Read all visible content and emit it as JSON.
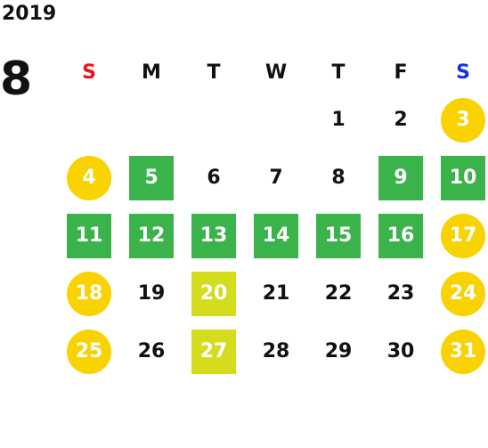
{
  "calendar": {
    "year": "2019",
    "month": "8",
    "weekdays": [
      "S",
      "M",
      "T",
      "W",
      "T",
      "F",
      "S"
    ],
    "weeks": [
      [
        {
          "label": "",
          "type": "empty"
        },
        {
          "label": "",
          "type": "empty"
        },
        {
          "label": "",
          "type": "empty"
        },
        {
          "label": "",
          "type": "empty"
        },
        {
          "label": "1",
          "type": "normal"
        },
        {
          "label": "2",
          "type": "normal"
        },
        {
          "label": "3",
          "type": "weekend"
        }
      ],
      [
        {
          "label": "4",
          "type": "weekend"
        },
        {
          "label": "5",
          "type": "holiday"
        },
        {
          "label": "6",
          "type": "normal"
        },
        {
          "label": "7",
          "type": "normal"
        },
        {
          "label": "8",
          "type": "normal"
        },
        {
          "label": "9",
          "type": "holiday"
        },
        {
          "label": "10",
          "type": "holiday"
        }
      ],
      [
        {
          "label": "11",
          "type": "holiday"
        },
        {
          "label": "12",
          "type": "holiday"
        },
        {
          "label": "13",
          "type": "holiday"
        },
        {
          "label": "14",
          "type": "holiday"
        },
        {
          "label": "15",
          "type": "holiday"
        },
        {
          "label": "16",
          "type": "holiday"
        },
        {
          "label": "17",
          "type": "weekend"
        }
      ],
      [
        {
          "label": "18",
          "type": "weekend"
        },
        {
          "label": "19",
          "type": "normal"
        },
        {
          "label": "20",
          "type": "special"
        },
        {
          "label": "21",
          "type": "normal"
        },
        {
          "label": "22",
          "type": "normal"
        },
        {
          "label": "23",
          "type": "normal"
        },
        {
          "label": "24",
          "type": "weekend"
        }
      ],
      [
        {
          "label": "25",
          "type": "weekend"
        },
        {
          "label": "26",
          "type": "normal"
        },
        {
          "label": "27",
          "type": "special"
        },
        {
          "label": "28",
          "type": "normal"
        },
        {
          "label": "29",
          "type": "normal"
        },
        {
          "label": "30",
          "type": "normal"
        },
        {
          "label": "31",
          "type": "weekend"
        }
      ]
    ]
  },
  "colors": {
    "sunday_header": "#e8141b",
    "saturday_header": "#1234e0",
    "weekend_circle": "#f8d201",
    "holiday_square": "#3bb34b",
    "special_square": "#d4dc1e",
    "text": "#111111"
  }
}
